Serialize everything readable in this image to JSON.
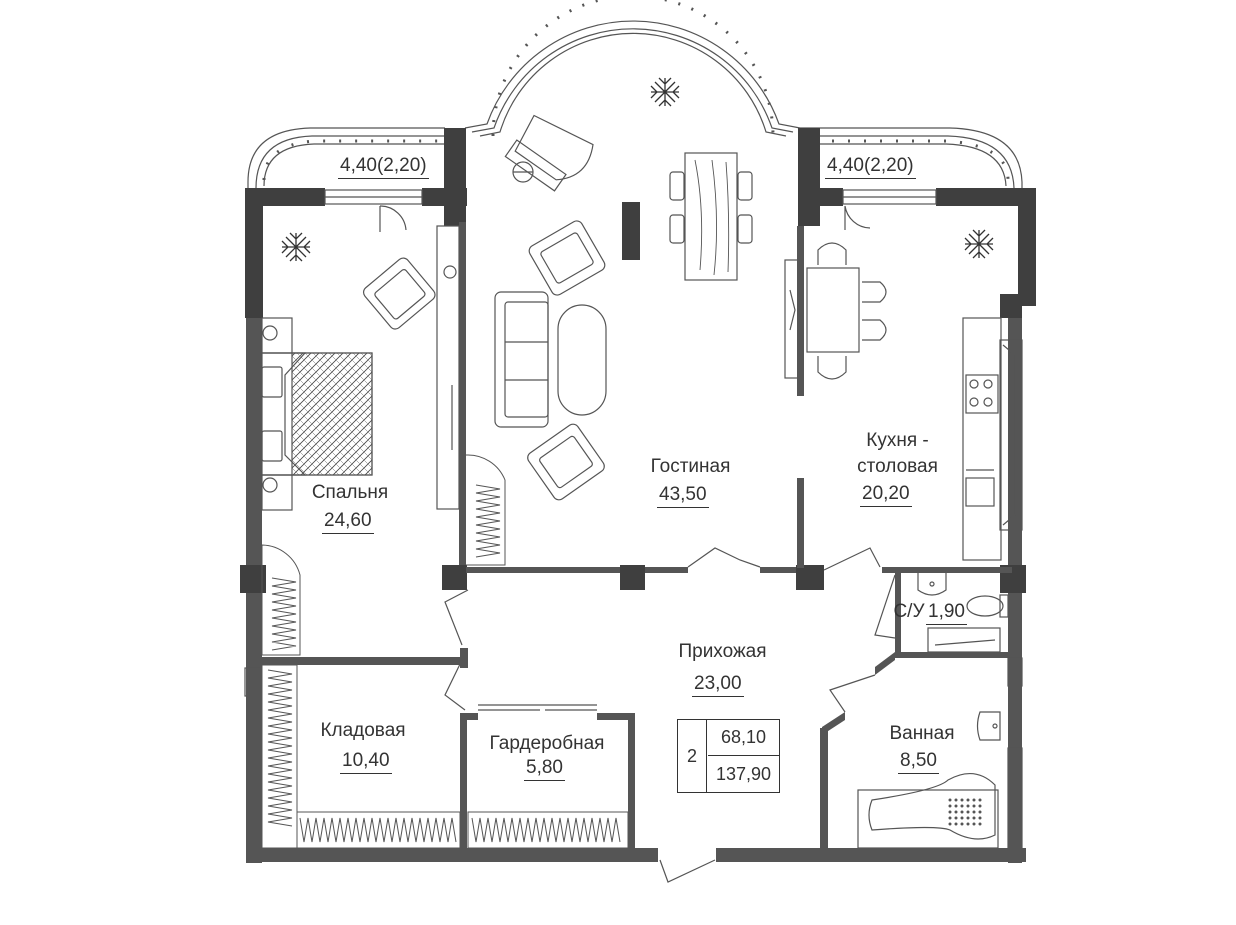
{
  "balconies": {
    "left": "4,40(2,20)",
    "right": "4,40(2,20)"
  },
  "rooms": {
    "bedroom": {
      "name": "Спальня",
      "area": "24,60"
    },
    "living": {
      "name": "Гостиная",
      "area": "43,50"
    },
    "kitchen": {
      "name_line1": "Кухня -",
      "name_line2": "столовая",
      "area": "20,20"
    },
    "wc": {
      "name": "С/У",
      "area": "1,90"
    },
    "hall": {
      "name": "Прихожая",
      "area": "23,00"
    },
    "storage": {
      "name": "Кладовая",
      "area": "10,40"
    },
    "wardrobe": {
      "name": "Гардеробная",
      "area": "5,80"
    },
    "bathroom": {
      "name": "Ванная",
      "area": "8,50"
    }
  },
  "summary": {
    "rooms_count": "2",
    "living_area": "68,10",
    "total_area": "137,90"
  },
  "colors": {
    "wall": "#3f3f3f",
    "line": "#555555",
    "text": "#333333"
  }
}
